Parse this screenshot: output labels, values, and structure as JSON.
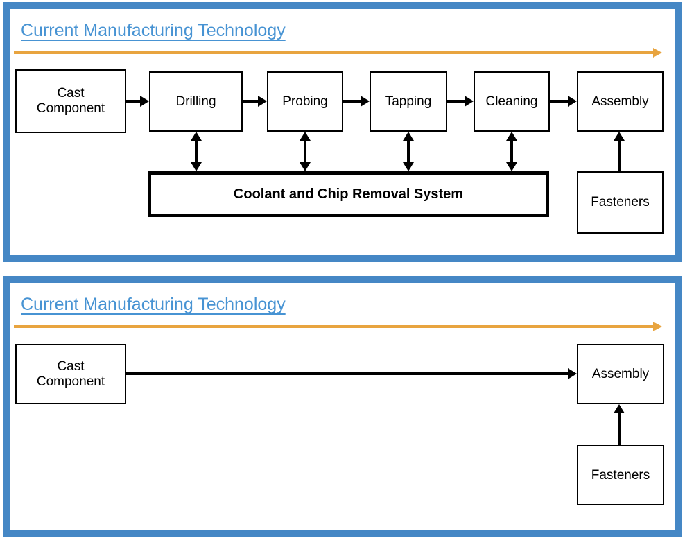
{
  "colors": {
    "frame_blue": "#4587C5",
    "title_blue": "#4793D3",
    "arrow_orange": "#E8A43F",
    "line_black": "#000000"
  },
  "panel1": {
    "title": "Current Manufacturing Technology",
    "boxes": {
      "cast_component": "Cast Component",
      "drilling": "Drilling",
      "probing": "Probing",
      "tapping": "Tapping",
      "cleaning": "Cleaning",
      "assembly": "Assembly",
      "coolant_system": "Coolant and Chip Removal System",
      "fasteners": "Fasteners"
    }
  },
  "panel2": {
    "title": "Current Manufacturing Technology",
    "boxes": {
      "cast_component": "Cast Component",
      "assembly": "Assembly",
      "fasteners": "Fasteners"
    }
  }
}
